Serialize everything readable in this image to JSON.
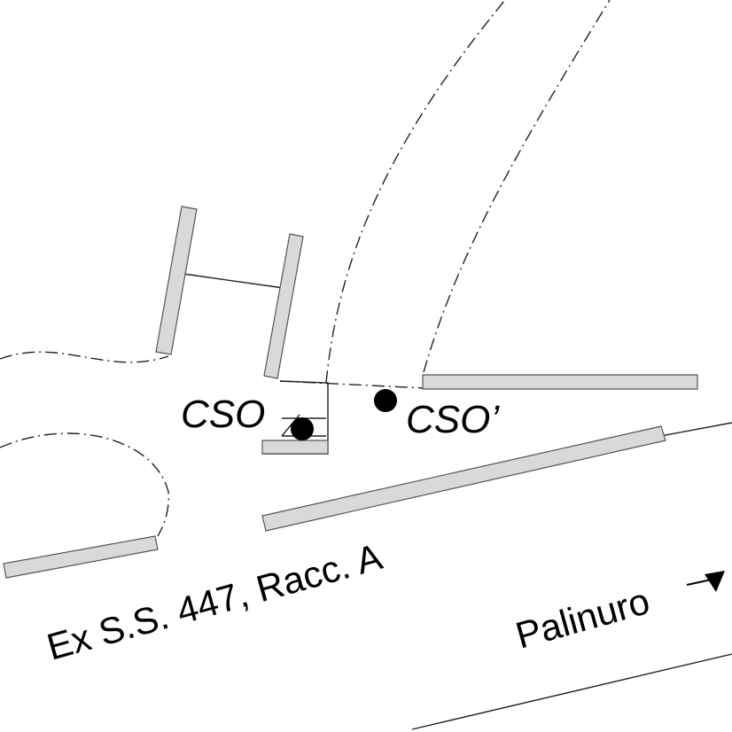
{
  "labels": {
    "cso": "CSO",
    "cso_prime": "CSO’",
    "road": "Ex S.S. 447, Racc. A",
    "direction": "Palinuro"
  },
  "icons": {
    "station_marker": "filled-circle",
    "direction_arrow": "arrow-down-right-icon"
  },
  "colors": {
    "ink": "#000000",
    "building_fill": "#d9d9d9",
    "building_stroke": "#555555",
    "background": "#ffffff"
  }
}
